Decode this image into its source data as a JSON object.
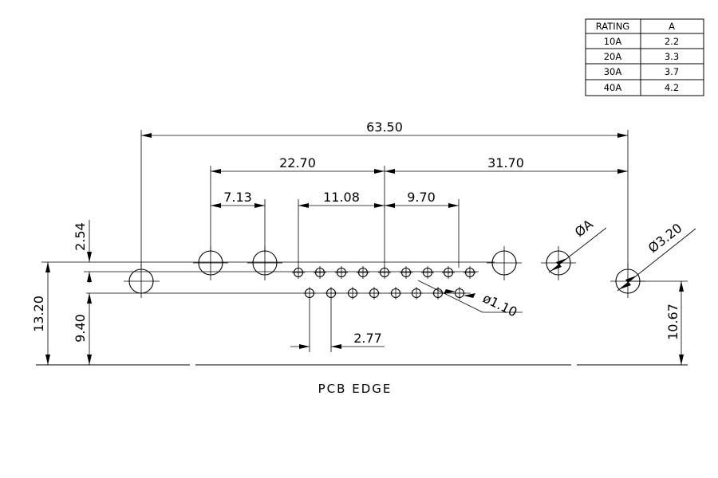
{
  "rating_table": {
    "headers": [
      "RATING",
      "A"
    ],
    "rows": [
      [
        "10A",
        "2.2"
      ],
      [
        "20A",
        "3.3"
      ],
      [
        "30A",
        "3.7"
      ],
      [
        "40A",
        "4.2"
      ]
    ]
  },
  "dimensions": {
    "overall_width": "63.50",
    "left_span": "22.70",
    "right_span": "31.70",
    "small_pitch": "7.13",
    "pin_span_left": "11.08",
    "pin_span_right": "9.70",
    "pin_pitch": "2.77",
    "row_offset": "2.54",
    "height_total": "13.20",
    "height_row": "9.40",
    "height_right": "10.67",
    "pin_diameter": "ø1.10",
    "mount_diameter": "Ø3.20",
    "variable_diameter": "ØA"
  },
  "labels": {
    "pcb_edge": "PCB EDGE"
  }
}
